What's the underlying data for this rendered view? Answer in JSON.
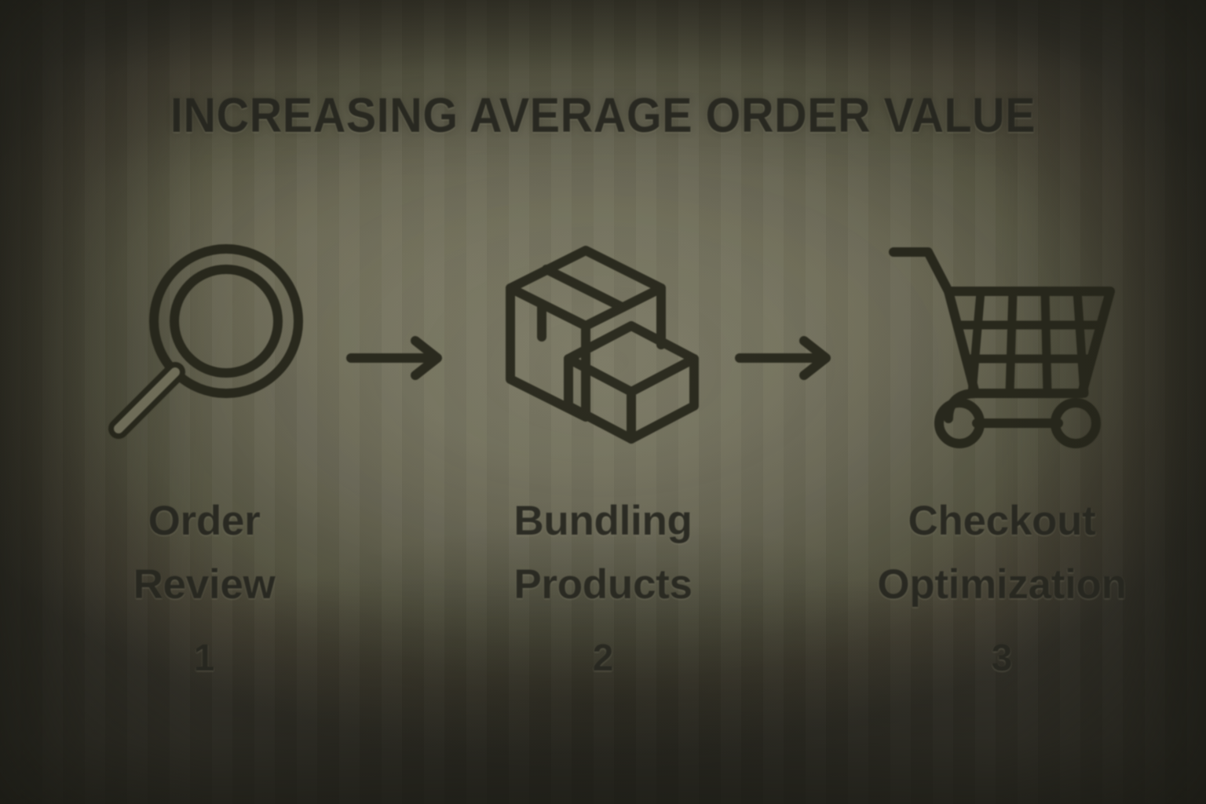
{
  "poster": {
    "title": "INCREASING AVERAGE ORDER VALUE",
    "background_color": "#6d6b57",
    "ink_color": "#242419",
    "edge_color": "#34322a"
  },
  "steps": [
    {
      "icon": "magnifying-glass-icon",
      "label_line1": "Order",
      "label_line2": "Review",
      "number": "1"
    },
    {
      "icon": "boxes-icon",
      "label_line1": "Bundling",
      "label_line2": "Products",
      "number": "2"
    },
    {
      "icon": "shopping-cart-icon",
      "label_line1": "Checkout",
      "label_line2": "Optimization",
      "number": "3"
    }
  ],
  "connectors": [
    {
      "name": "arrow-right-icon",
      "from": "step-1",
      "to": "step-2"
    },
    {
      "name": "arrow-right-icon",
      "from": "step-2",
      "to": "step-3"
    }
  ]
}
